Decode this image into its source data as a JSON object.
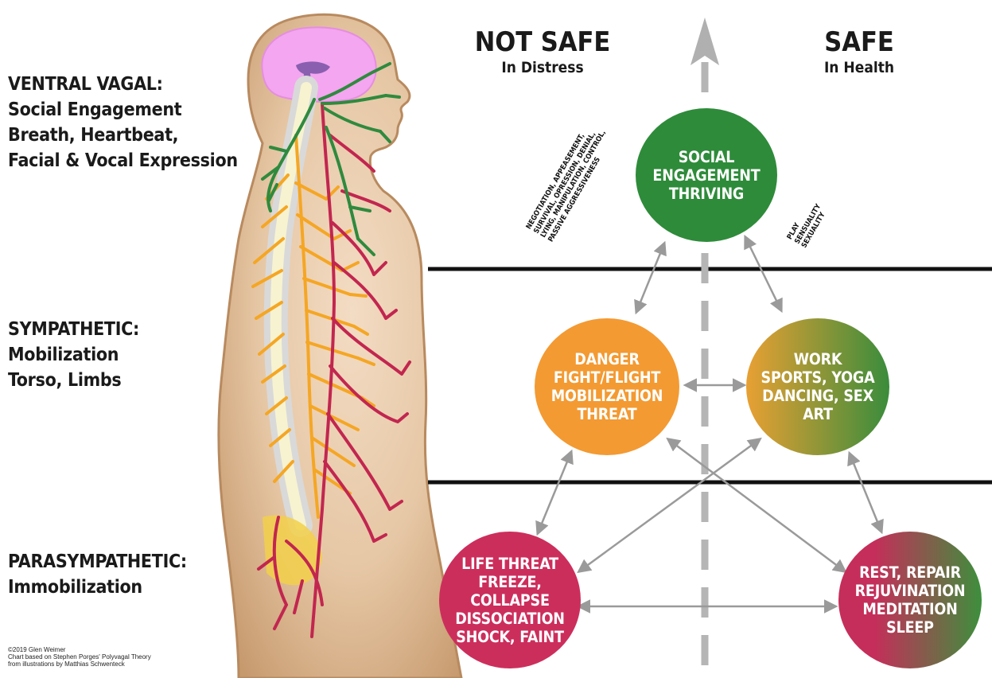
{
  "labels": {
    "ventral": [
      "VENTRAL VAGAL:",
      "Social Engagement",
      "Breath, Heartbeat,",
      "Facial & Vocal Expression"
    ],
    "sympathetic": [
      "SYMPATHETIC:",
      "Mobilization",
      "Torso, Limbs"
    ],
    "parasympathetic": [
      "PARASYMPATHETIC:",
      "Immobilization"
    ]
  },
  "headers": {
    "not_safe": {
      "title": "NOT SAFE",
      "subtitle": "In Distress"
    },
    "safe": {
      "title": "SAFE",
      "subtitle": "In Health"
    }
  },
  "circles": {
    "social": [
      "SOCIAL",
      "ENGAGEMENT",
      "THRIVING"
    ],
    "danger": [
      "DANGER",
      "FIGHT/FLIGHT",
      "MOBILIZATION",
      "THREAT"
    ],
    "work": [
      "WORK",
      "SPORTS, YOGA",
      "DANCING, SEX",
      "ART"
    ],
    "life": [
      "LIFE THREAT",
      "FREEZE, COLLAPSE",
      "DISSOCIATION",
      "SHOCK, FAINT"
    ],
    "rest": [
      "REST, REPAIR",
      "REJUVINATION",
      "MEDITATION",
      "SLEEP"
    ]
  },
  "annotations": {
    "left": [
      "NEGOTIATION, APPEASEMENT,",
      "SURVIVAL, OPRESSION, DENIAL,",
      "LYING, MANIPULATION, CONTROL,",
      "PASSIVE AGGRESSIVENESS"
    ],
    "right": [
      "PLAY",
      "SENSUALITY",
      "SEXUALITY"
    ]
  },
  "credit": [
    "©2019 Glen Weimer",
    "Chart based on Stephen Porges' Polyvagal Theory",
    "from illustrations by Matthias Schwenteck"
  ],
  "colors": {
    "social": "#2e8b3a",
    "danger": "#f39a32",
    "work_from": "#e8a033",
    "work_to": "#3a8c3c",
    "life": "#cc2e5c",
    "rest_from": "#c52e5a",
    "rest_to": "#3d8f3c",
    "skin": "#c79a6e",
    "nerve_ventral": "#2f8a3e",
    "nerve_sympathetic": "#f5a623",
    "nerve_parasympathetic": "#c2264f"
  },
  "icons": [
    "body-silhouette-icon",
    "brain-icon",
    "up-arrow-icon"
  ]
}
